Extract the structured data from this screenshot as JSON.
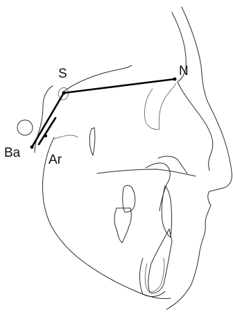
{
  "landmarks": {
    "s": "S",
    "n": "N",
    "ba": "Ba",
    "ar": "Ar"
  },
  "colors": {
    "tracing": "#2a2a2a",
    "reference_lines": "#000000",
    "background": "#ffffff"
  }
}
